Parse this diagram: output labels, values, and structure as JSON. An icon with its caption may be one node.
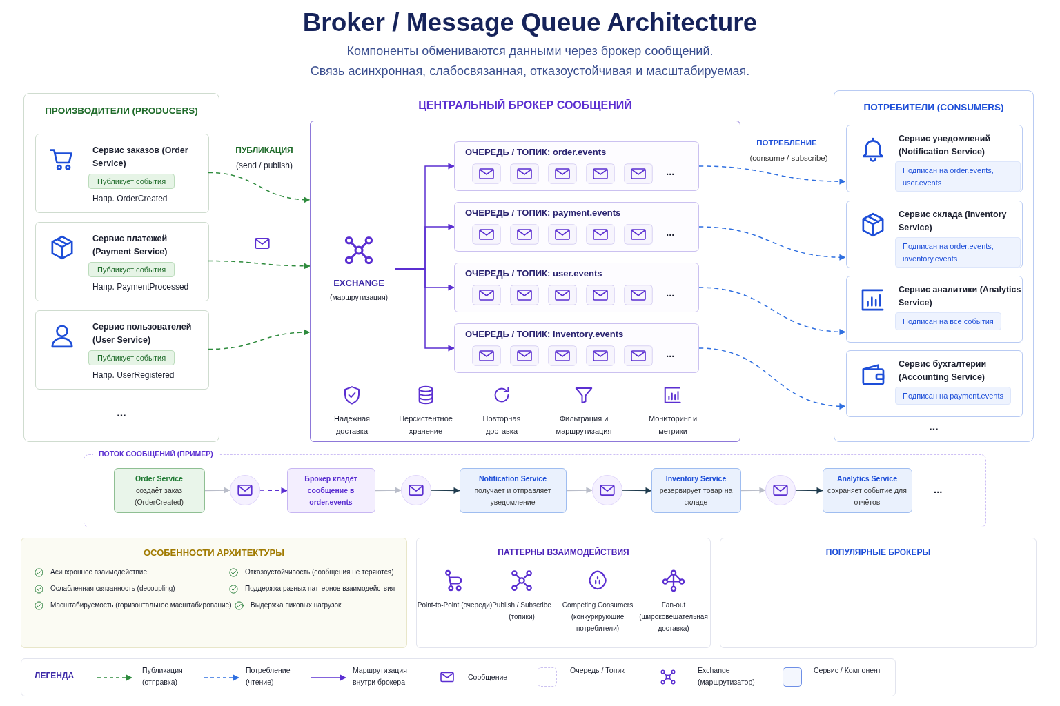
{
  "diagram": {
    "title": "Broker / Message Queue Architecture",
    "nodes": [
      {
        "text": [
          "ПРОИЗВОДИТЕЛИ (PRODUCERS)",
          "..."
        ]
      },
      {
        "text": [
          "Сервис заказов (Order Service)",
          "Публикует события",
          "Напр. OrderCreated"
        ],
        "in": 0
      },
      {
        "text": [
          "Сервис платежей (Payment Service)",
          "Публикует события",
          "Напр. PaymentProcessed"
        ],
        "in": 0
      },
      {
        "text": [
          "Сервис пользователей (User Service)",
          "Публикует события",
          "Напр. UserRegistered"
        ],
        "in": 0
      },
      {
        "text": [
          "ЦЕНТРАЛЬНЫЙ БРОКЕР СООБЩЕНИЙ"
        ]
      },
      {
        "text": [
          "EXCHANGE",
          "(маршрутизация)"
        ],
        "in": 4
      },
      {
        "text": [
          "ОЧЕРЕДЬ / ТОПИК: order.events",
          "..."
        ],
        "in": 4
      },
      {
        "text": [
          "ОЧЕРЕДЬ / ТОПИК: payment.events",
          "..."
        ],
        "in": 4
      },
      {
        "text": [
          "ОЧЕРЕДЬ / ТОПИК: user.events",
          "..."
        ],
        "in": 4
      },
      {
        "text": [
          "ОЧЕРЕДЬ / ТОПИК: inventory.events",
          "..."
        ],
        "in": 4
      },
      {
        "text": [
          "ПОТРЕБИТЕЛИ (CONSUMERS)",
          "..."
        ]
      },
      {
        "text": [
          "Сервис уведомлений (Notification Service)",
          "Подписан на order.events, user.events"
        ],
        "in": 10
      },
      {
        "text": [
          "Сервис склада (Inventory Service)",
          "Подписан на order.events, inventory.events"
        ],
        "in": 10
      },
      {
        "text": [
          "Сервис аналитики (Analytics Service)",
          "Подписан на все события"
        ],
        "in": 10
      },
      {
        "text": [
          "Сервис бухгалтерии (Accounting Service)",
          "Подписан на payment.events"
        ],
        "in": 10
      },
      {
        "text": [
          "ПОТОК СООБЩЕНИЙ (ПРИМЕР)",
          "..."
        ]
      },
      {
        "text": [
          "Order Service",
          "создаёт заказ (OrderCreated)"
        ],
        "in": 15
      },
      {
        "text": [],
        "shape": "circle",
        "in": 15
      },
      {
        "text": [
          "Брокер кладёт сообщение в order.events"
        ],
        "in": 15
      },
      {
        "text": [],
        "shape": "circle",
        "in": 15
      },
      {
        "text": [
          "Notification Service",
          "получает и отправляет уведомление"
        ],
        "in": 15
      },
      {
        "text": [],
        "shape": "circle",
        "in": 15
      },
      {
        "text": [
          "Inventory Service",
          "резервирует товар на складе"
        ],
        "in": 15
      },
      {
        "text": [],
        "shape": "circle",
        "in": 15
      },
      {
        "text": [
          "Analytics Service",
          "сохраняет событие для отчётов"
        ],
        "in": 15
      },
      {
        "text": [
          "ОСОБЕННОСТИ АРХИТЕКТУРЫ",
          "Асинхронное взаимодействие",
          "Отказоустойчивость (сообщения не теряются)",
          "Ослабленная связанность (decoupling)",
          "Поддержка разных паттернов взаимодействия",
          "Масштабируемость (горизонтальное масштабирование)",
          "Выдержка пиковых нагрузок"
        ]
      },
      {
        "text": [
          "ПАТТЕРНЫ ВЗАИМОДЕЙСТВИЯ",
          "Point-to-Point (очереди)",
          "Publish / Subscribe (топики)",
          "Competing Consumers (конкурирующие потребители)",
          "Fan-out (широковещательная доставка)"
        ]
      },
      {
        "text": [
          "ПОПУЛЯРНЫЕ БРОКЕРЫ"
        ]
      }
    ],
    "edges": [
      {
        "from": 1,
        "to": 4,
        "arrow": "to",
        "style": "dashed",
        "color": "#2e8b3d"
      },
      {
        "from": 2,
        "to": 4,
        "arrow": "to",
        "style": "dashed",
        "color": "#2e8b3d"
      },
      {
        "from": 3,
        "to": 4,
        "arrow": "to",
        "style": "dashed",
        "color": "#2e8b3d"
      },
      {
        "from": 5,
        "to": 6,
        "arrow": "to",
        "color": "#5b2fd1"
      },
      {
        "from": 5,
        "to": 7,
        "arrow": "to",
        "color": "#5b2fd1"
      },
      {
        "from": 5,
        "to": 8,
        "arrow": "to",
        "color": "#5b2fd1"
      },
      {
        "from": 5,
        "to": 9,
        "arrow": "to",
        "color": "#5b2fd1"
      },
      {
        "from": 6,
        "to": 11,
        "arrow": "to",
        "style": "dashed",
        "color": "#2f6fe0"
      },
      {
        "from": 7,
        "to": 12,
        "arrow": "to",
        "style": "dashed",
        "color": "#2f6fe0"
      },
      {
        "from": 8,
        "to": 13,
        "arrow": "to",
        "style": "dashed",
        "color": "#2f6fe0"
      },
      {
        "from": 9,
        "to": 14,
        "arrow": "to",
        "style": "dashed",
        "color": "#2f6fe0"
      },
      {
        "from": 16,
        "to": 17,
        "arrow": "to",
        "color": "#b9bdc9"
      },
      {
        "from": 17,
        "to": 18,
        "arrow": "to",
        "style": "dashed",
        "color": "#5b2fd1"
      },
      {
        "from": 18,
        "to": 19,
        "arrow": "to",
        "color": "#b9bdc9"
      },
      {
        "from": 19,
        "to": 20,
        "arrow": "to",
        "color": "#1f3b4d"
      },
      {
        "from": 20,
        "to": 21,
        "arrow": "to",
        "color": "#b9bdc9"
      },
      {
        "from": 21,
        "to": 22,
        "arrow": "to",
        "color": "#1f3b4d"
      },
      {
        "from": 22,
        "to": 23,
        "arrow": "to",
        "color": "#b9bdc9"
      },
      {
        "from": 23,
        "to": 24,
        "arrow": "to",
        "color": "#1f3b4d"
      }
    ],
    "labels": [
      "Компоненты обмениваются данными через брокер сообщений.",
      "Связь асинхронная, слабосвязанная, отказоустойчивая и масштабируемая.",
      "ПУБЛИКАЦИЯ",
      "(send / publish)",
      "ПОТРЕБЛЕНИЕ",
      "(consume / subscribe)",
      "Надёжная доставка",
      "Персистентное хранение",
      "Повторная доставка",
      "Фильтрация и маршрутизация",
      "Мониторинг и метрики",
      "ЛЕГЕНДА"
    ],
    "legend": [
      {
        "text": "Публикация (отправка)"
      },
      {
        "text": "Потребление (чтение)"
      },
      {
        "text": "Маршрутизация внутри брокера"
      },
      {
        "text": "Сообщение"
      },
      {
        "text": "Очередь / Топик"
      },
      {
        "text": "Exchange (маршрутизатор)"
      },
      {
        "text": "Сервис / Компонент"
      }
    ]
  }
}
